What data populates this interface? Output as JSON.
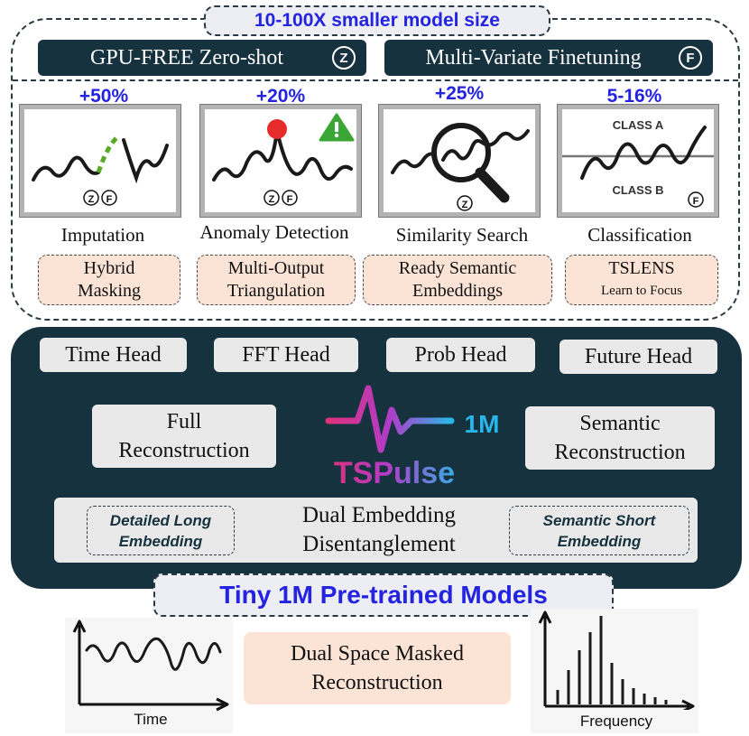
{
  "top_badge": "10-100X smaller model size",
  "modes": {
    "zero_shot": {
      "label": "GPU-FREE  Zero-shot",
      "letter": "Z"
    },
    "finetune": {
      "label": "Multi-Variate Finetuning",
      "letter": "F"
    }
  },
  "tasks": [
    {
      "improvement": "+50%",
      "label": "Imputation",
      "feature_lines": [
        "Hybrid",
        "Masking"
      ],
      "icon": "imputation-chart-icon",
      "letters": [
        "Z",
        "F"
      ]
    },
    {
      "improvement": "+20%",
      "label": "Anomaly Detection",
      "feature_lines": [
        "Multi-Output",
        "Triangulation"
      ],
      "icon": "anomaly-chart-icon",
      "letters": [
        "Z",
        "F"
      ]
    },
    {
      "improvement": "+25%",
      "label": "Similarity Search",
      "feature_lines": [
        "Ready Semantic",
        "Embeddings"
      ],
      "icon": "magnifier-chart-icon",
      "letters": [
        "Z"
      ]
    },
    {
      "improvement": "5-16%",
      "label": "Classification",
      "feature_lines": [
        "TSLENS",
        "Learn to Focus"
      ],
      "icon": "classification-chart-icon",
      "letters": [
        "F"
      ],
      "class_labels": [
        "CLASS A",
        "CLASS B"
      ]
    }
  ],
  "heads": [
    "Time Head",
    "FFT Head",
    "Prob Head",
    "Future Head"
  ],
  "reconstruction": {
    "full": [
      "Full",
      "Reconstruction"
    ],
    "semantic": [
      "Semantic",
      "Reconstruction"
    ]
  },
  "logo": {
    "name": "TSPulse",
    "size": "1M",
    "icon": "pulse-wave-icon"
  },
  "dual_embedding": {
    "title_lines": [
      "Dual Embedding",
      "Disentanglement"
    ],
    "left_lines": [
      "Detailed Long",
      "Embedding"
    ],
    "right_lines": [
      "Semantic  Short",
      "Embedding"
    ]
  },
  "bottom_badge": "Tiny 1M Pre-trained Models",
  "pretraining": {
    "time_caption": "Time",
    "frequency_caption": "Frequency",
    "method_lines": [
      "Dual Space Masked",
      "Reconstruction"
    ]
  },
  "colors": {
    "accent_blue": "#2323e0",
    "dark_navy": "#17323f",
    "peach": "#fbe4d6",
    "anomaly_red": "#e52b2b",
    "warning_green": "#3aa635",
    "imputed_green": "#5aaa2a"
  }
}
